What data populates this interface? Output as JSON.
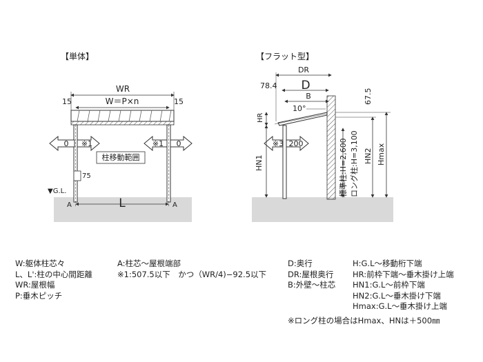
{
  "left": {
    "section_label": "【単体】",
    "dim_WR": "WR",
    "dim_W": "W＝P×n",
    "dim_15_left": "15",
    "dim_15_right": "15",
    "left_arrow_0": "0",
    "left_arrow_1": "※1",
    "right_arrow_1": "※1",
    "right_arrow_0": "0",
    "post_movable": "柱移動範囲",
    "dim_75": "75",
    "gl_label": "▼G.L.",
    "marker_A_left": "A",
    "marker_A_right": "A",
    "dim_L": "L"
  },
  "right": {
    "section_label": "【フラット型】",
    "dim_DR": "DR",
    "dim_78_4": "78.4",
    "dim_D": "D",
    "dim_B": "B",
    "dim_67_5": "67.5",
    "angle_10": "10°",
    "dim_HR": "HR",
    "arrow_3": "※3",
    "arrow_200": "200",
    "dim_HN1": "HN1",
    "dim_H_standard": "標準柱:H=2,600",
    "dim_H_long": "ロング柱:H=3,100",
    "dim_HN2": "HN2",
    "dim_Hmax": "Hmax"
  },
  "legend": {
    "col1": [
      "W:躯体柱芯々",
      "L、L':柱の中心間距離",
      "WR:屋根幅",
      "P:垂木ピッチ"
    ],
    "col2": [
      "A:柱芯～屋根端部",
      "※1:507.5以下　かつ（WR/4)−92.5以下"
    ],
    "col3": [
      "D:奥行",
      "DR:屋根奥行",
      "B:外壁～柱芯"
    ],
    "col4": [
      "H:G.L～移動桁下端",
      "HR:前枠下端～垂木掛け上端",
      "HN1:G.L～前枠下端",
      "HN2:G.L～垂木掛け下端",
      "Hmax:G.L～垂木掛け上端"
    ]
  },
  "footnote": "※ロング柱の場合はHmax、HNは＋500㎜",
  "colors": {
    "ground": "#d9d9d9",
    "line": "#333333",
    "arrow_fill": "#ffffff"
  }
}
